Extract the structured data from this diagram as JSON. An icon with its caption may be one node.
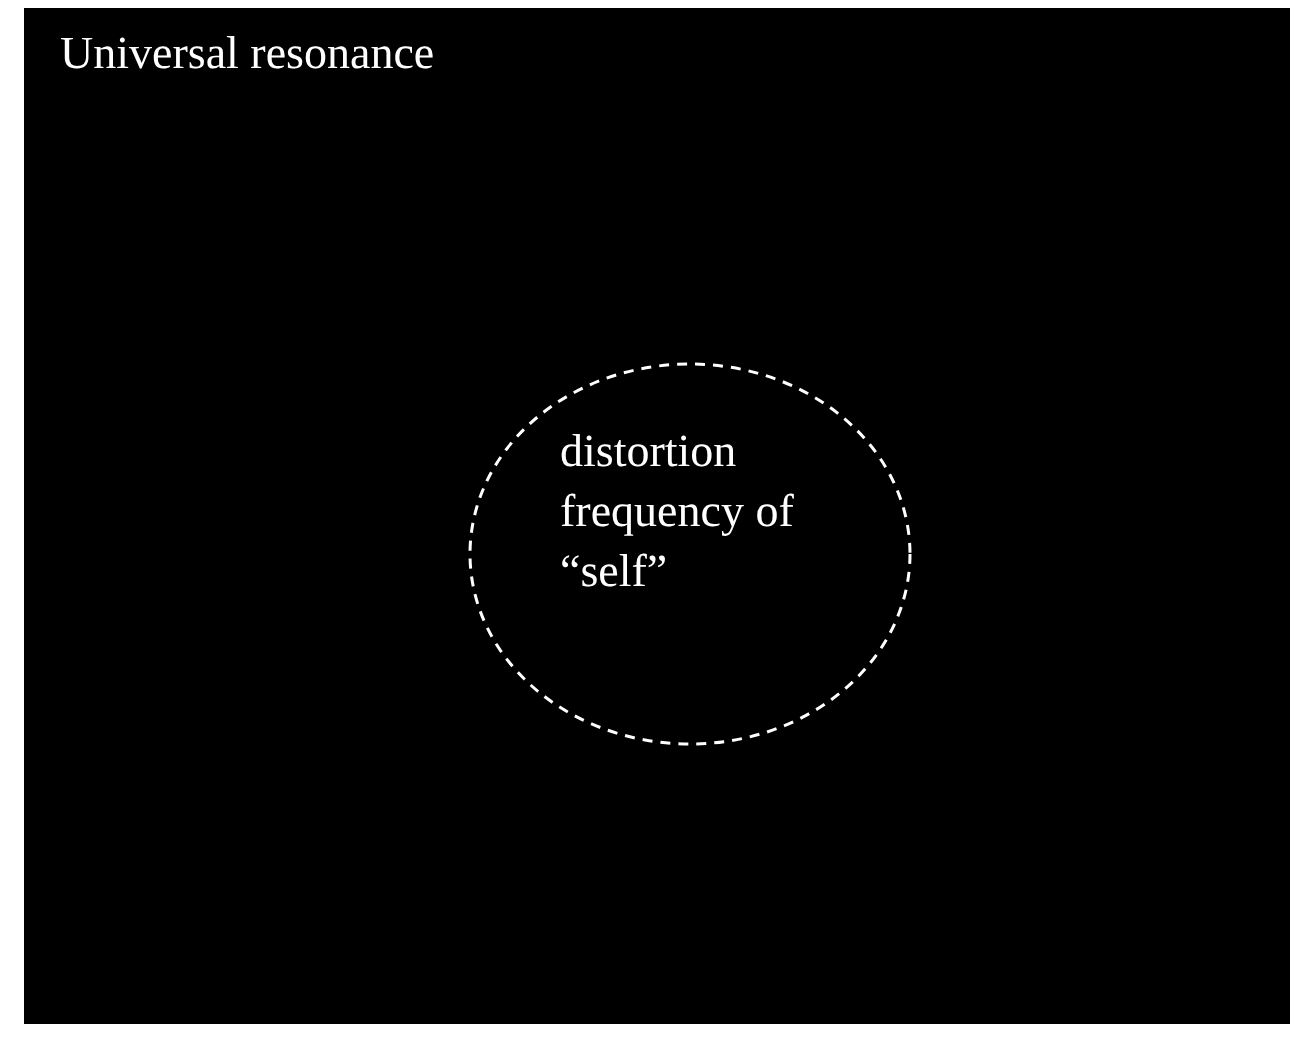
{
  "diagram": {
    "nodes": [
      {
        "text": [
          "Universal resonance"
        ]
      },
      {
        "text": [
          "distortion frequency of “self”"
        ],
        "in": 0
      }
    ]
  }
}
